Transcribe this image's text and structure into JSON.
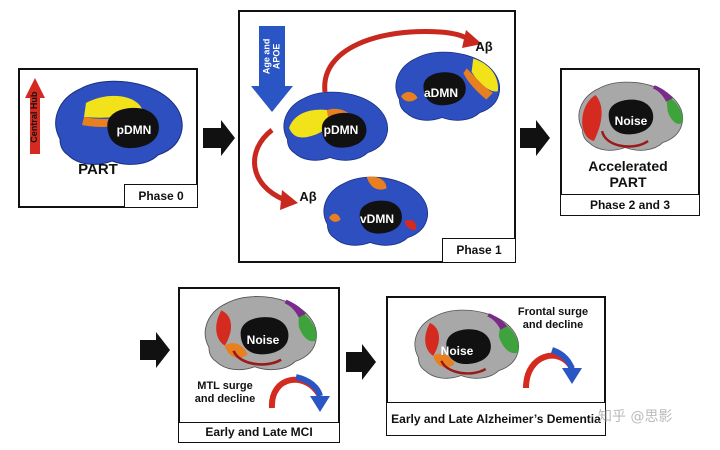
{
  "colors": {
    "brain_blue": "#2d4fc0",
    "brain_grey": "#a8a8a8",
    "hub_yellow": "#f2e21a",
    "hub_orange": "#e88020",
    "hub_red": "#d42a20",
    "frontal_green": "#3ea33c",
    "arrow_red": "#d23a2e",
    "arrow_blue": "#2a55c4",
    "black": "#111111"
  },
  "phase0": {
    "hub_arrow_label": "Central Hub",
    "brain_label": "pDMN",
    "part_label": "PART",
    "caption": "Phase 0"
  },
  "phase1": {
    "down_arrow_label": "Age and APOE",
    "center_brain_label": "pDMN",
    "top_brain_label": "aDMN",
    "bottom_brain_label": "vDMN",
    "abeta_top": "Aβ",
    "abeta_bottom": "Aβ",
    "caption": "Phase 1"
  },
  "phase23": {
    "brain_label": "Noise",
    "accel_label": "Accelerated PART",
    "caption": "Phase 2 and 3"
  },
  "mci": {
    "brain_label": "Noise",
    "surge_label": "MTL surge and decline",
    "caption": "Early and Late MCI"
  },
  "dementia": {
    "brain_label": "Noise",
    "surge_label": "Frontal surge and decline",
    "caption": "Early and Late Alzheimer’s Dementia"
  },
  "watermark": "知乎 @思影"
}
